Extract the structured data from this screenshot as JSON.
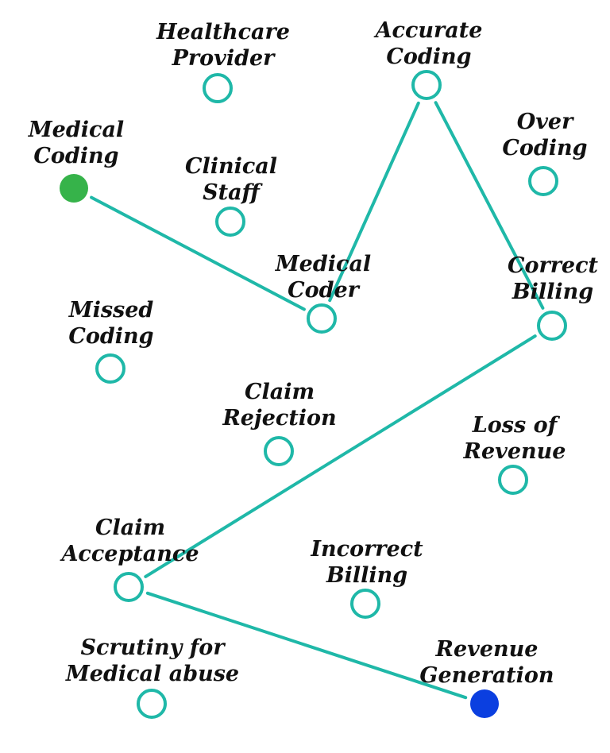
{
  "colors": {
    "accent": "#1fb8a8",
    "start": "#36b34a",
    "end": "#0b3fe0",
    "text": "#111111"
  },
  "nodes": [
    {
      "id": "healthcare-provider",
      "lines": [
        "Healthcare",
        "Provider"
      ],
      "kind": "open"
    },
    {
      "id": "accurate-coding",
      "lines": [
        "Accurate",
        "Coding"
      ],
      "kind": "open"
    },
    {
      "id": "medical-coding",
      "lines": [
        "Medical",
        "Coding"
      ],
      "kind": "start"
    },
    {
      "id": "clinical-staff",
      "lines": [
        "Clinical",
        "Staff"
      ],
      "kind": "open"
    },
    {
      "id": "over-coding",
      "lines": [
        "Over",
        "Coding"
      ],
      "kind": "open"
    },
    {
      "id": "medical-coder",
      "lines": [
        "Medical",
        "Coder"
      ],
      "kind": "open"
    },
    {
      "id": "correct-billing",
      "lines": [
        "Correct",
        "Billing"
      ],
      "kind": "open"
    },
    {
      "id": "missed-coding",
      "lines": [
        "Missed",
        "Coding"
      ],
      "kind": "open"
    },
    {
      "id": "claim-rejection",
      "lines": [
        "Claim",
        "Rejection"
      ],
      "kind": "open"
    },
    {
      "id": "loss-of-revenue",
      "lines": [
        "Loss of",
        "Revenue"
      ],
      "kind": "open"
    },
    {
      "id": "claim-acceptance",
      "lines": [
        "Claim",
        "Acceptance"
      ],
      "kind": "open"
    },
    {
      "id": "incorrect-billing",
      "lines": [
        "Incorrect",
        "Billing"
      ],
      "kind": "open"
    },
    {
      "id": "scrutiny-for-medical-abuse",
      "lines": [
        "Scrutiny for",
        "Medical abuse"
      ],
      "kind": "open"
    },
    {
      "id": "revenue-generation",
      "lines": [
        "Revenue",
        "Generation"
      ],
      "kind": "end"
    }
  ],
  "edges": [
    {
      "from": "medical-coding",
      "to": "medical-coder"
    },
    {
      "from": "medical-coder",
      "to": "accurate-coding"
    },
    {
      "from": "accurate-coding",
      "to": "correct-billing"
    },
    {
      "from": "correct-billing",
      "to": "claim-acceptance"
    },
    {
      "from": "claim-acceptance",
      "to": "revenue-generation"
    }
  ]
}
